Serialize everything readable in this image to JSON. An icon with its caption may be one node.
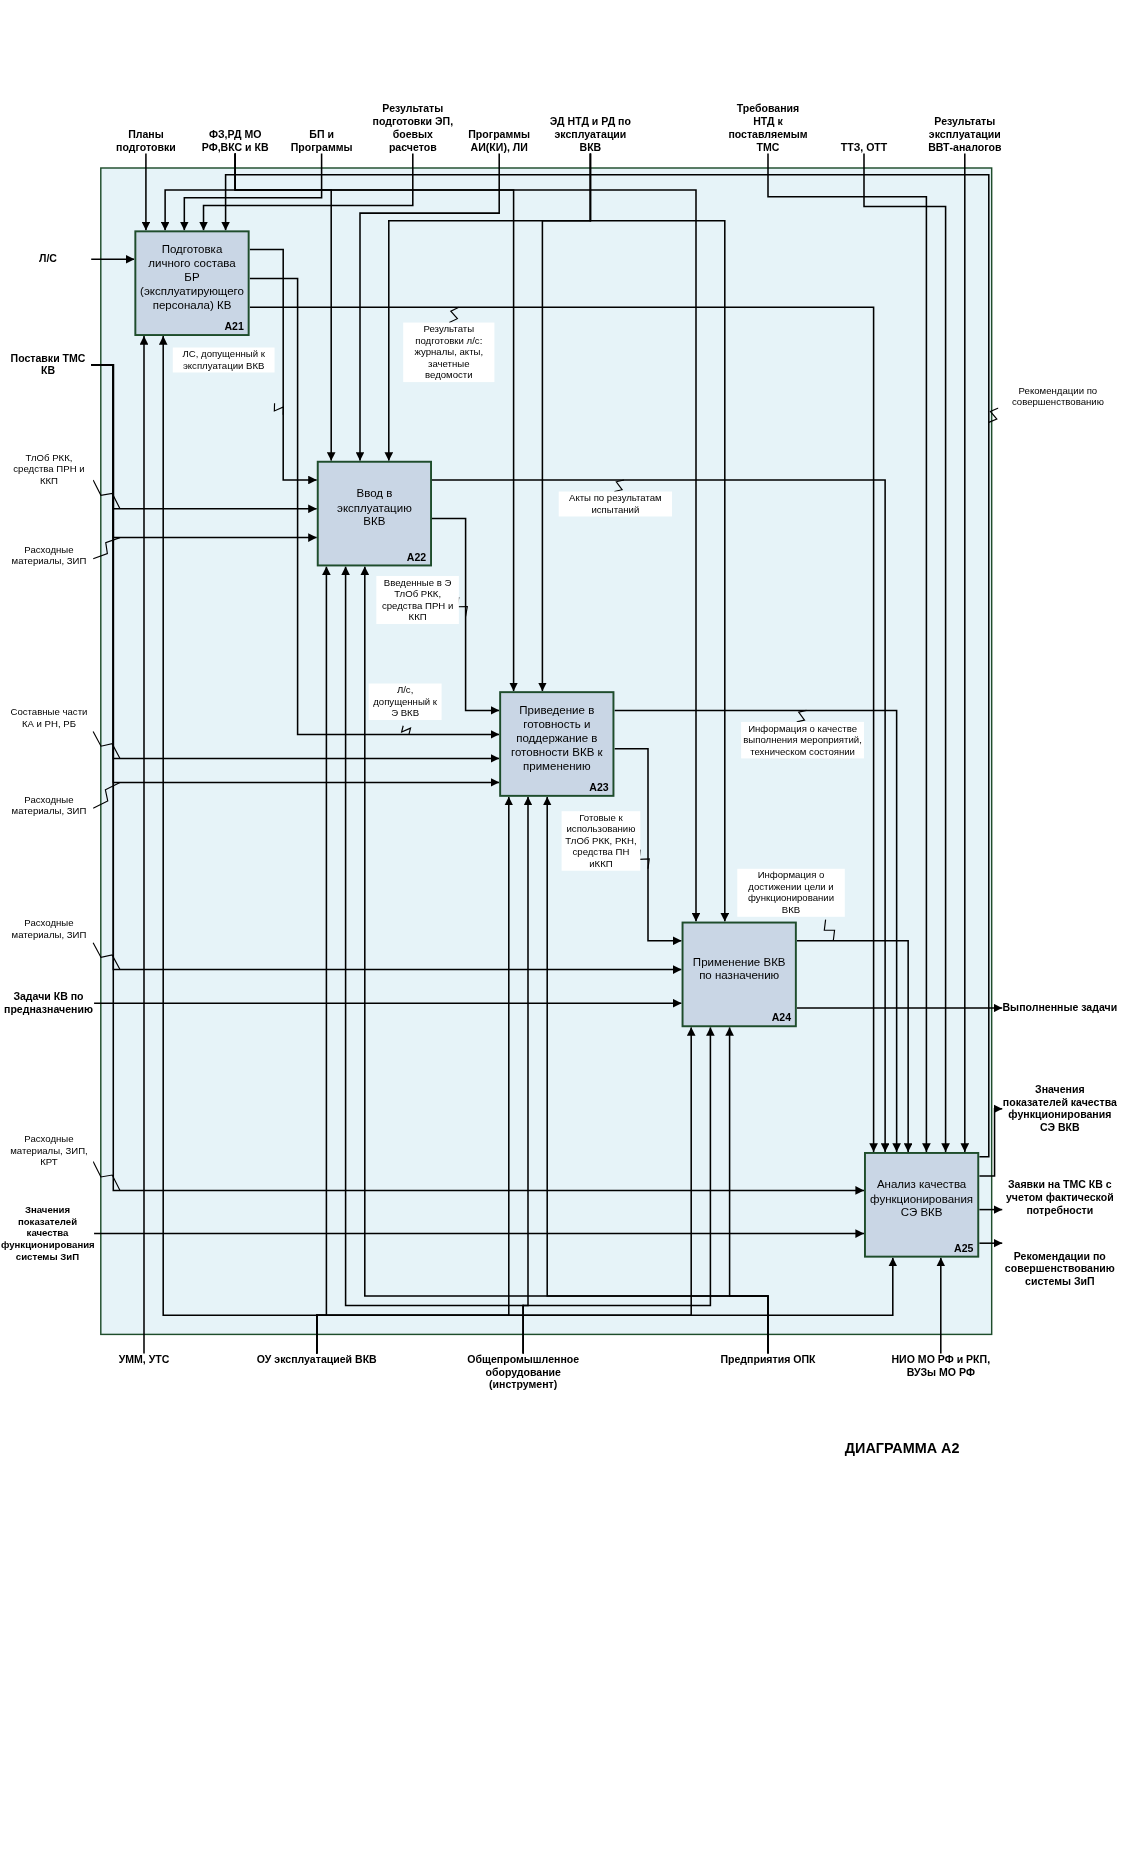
{
  "diagram": {
    "title": "ДИАГРАММА A2",
    "nodes": [
      {
        "text": [
          "Подготовка личного состава БР (эксплуатирующего персонала) КВ",
          "A21"
        ]
      },
      {
        "text": [
          "Ввод в эксплуатацию ВКВ",
          "A22"
        ]
      },
      {
        "text": [
          "Приведение в готовность и поддержание в готовности ВКВ к применению",
          "A23"
        ]
      },
      {
        "text": [
          "Применение ВКВ по назначению",
          "A24"
        ]
      },
      {
        "text": [
          "Анализ качества функционирования СЭ ВКВ",
          "A25"
        ]
      },
      {
        "text": [
          "Планы подготовки"
        ]
      },
      {
        "text": [
          "ФЗ,РД МО РФ,ВКС и КВ"
        ]
      },
      {
        "text": [
          "БП и Программы"
        ]
      },
      {
        "text": [
          "Результаты подготовки ЭП, боевых расчетов"
        ]
      },
      {
        "text": [
          "Программы АИ(КИ), ЛИ"
        ]
      },
      {
        "text": [
          "ЭД НТД и РД по эксплуатации ВКВ"
        ]
      },
      {
        "text": [
          "Требования НТД к поставляемым ТМС"
        ]
      },
      {
        "text": [
          "ТТЗ, ОТТ"
        ]
      },
      {
        "text": [
          "Результаты эксплуатации ВВТ-аналогов"
        ]
      },
      {
        "text": [
          "Выполненные задачи"
        ]
      },
      {
        "text": [
          "Значения показателей качества функционирования СЭ ВКВ"
        ]
      },
      {
        "text": [
          "Заявки на ТМС КВ с учетом фактической потребности"
        ]
      },
      {
        "text": [
          "Рекомендации по совершенствованию системы ЗиП"
        ]
      },
      {
        "text": [
          "НИО МО РФ и РКП, ВУЗы МО РФ"
        ]
      },
      {
        "text": [
          "Предприятия ОПК"
        ]
      },
      {
        "text": [
          "Общепромышленное оборудование (инструмент)"
        ]
      },
      {
        "text": [
          "ОУ эксплуатацией ВКВ"
        ]
      },
      {
        "text": [
          "УММ, УТС"
        ]
      },
      {
        "text": [
          "Л/С"
        ]
      },
      {
        "text": [
          "Поставки ТМС КВ"
        ]
      },
      {
        "text": [
          "Задачи КВ по предназначению"
        ]
      },
      {
        "text": [
          "Значения показателей качества функционирования системы ЗиП"
        ]
      }
    ],
    "edges": [
      {
        "from": 5,
        "to": 0,
        "arrow": "to"
      },
      {
        "from": 6,
        "to": 0,
        "arrow": "to"
      },
      {
        "from": 6,
        "to": 1,
        "arrow": "to"
      },
      {
        "from": 6,
        "to": 2,
        "arrow": "to"
      },
      {
        "from": 6,
        "to": 3,
        "arrow": "to"
      },
      {
        "from": 7,
        "to": 0,
        "arrow": "to"
      },
      {
        "from": 8,
        "to": 0,
        "arrow": "to"
      },
      {
        "from": 9,
        "to": 1,
        "arrow": "to"
      },
      {
        "from": 10,
        "to": 1,
        "arrow": "to"
      },
      {
        "from": 10,
        "to": 2,
        "arrow": "to"
      },
      {
        "from": 10,
        "to": 3,
        "arrow": "to"
      },
      {
        "from": 11,
        "to": 4,
        "arrow": "to"
      },
      {
        "from": 12,
        "to": 4,
        "arrow": "to"
      },
      {
        "from": 13,
        "to": 4,
        "arrow": "to"
      },
      {
        "from": 0,
        "to": 1,
        "arrow": "to",
        "label": "ЛС, допущенный к эксплуатации ВКВ"
      },
      {
        "from": 0,
        "to": 2,
        "arrow": "to",
        "label": "Л/с, допущенный к Э ВКВ"
      },
      {
        "from": 0,
        "to": 4,
        "arrow": "to",
        "label": "Результаты подготовки л/с: журналы, акты, зачетные ведомости"
      },
      {
        "from": 1,
        "to": 2,
        "arrow": "to",
        "label": "Введенные в Э ТлОб РКК, средства ПРН и ККП"
      },
      {
        "from": 1,
        "to": 4,
        "arrow": "to",
        "label": "Акты по результатам испытаний"
      },
      {
        "from": 2,
        "to": 3,
        "arrow": "to",
        "label": "Готовые к использованию ТлОб РКК, РКН, средства ПН иККП"
      },
      {
        "from": 2,
        "to": 4,
        "arrow": "to",
        "label": "Информация о качестве выполнения мероприятий, техническом состоянии"
      },
      {
        "from": 3,
        "to": 4,
        "arrow": "to",
        "label": "Информация о достижении цели и функционировании ВКВ"
      },
      {
        "from": 4,
        "to": 0,
        "arrow": "to",
        "label": "Рекомендации по совершенствованию"
      },
      {
        "from": 3,
        "to": 14,
        "arrow": "to"
      },
      {
        "from": 4,
        "to": 15,
        "arrow": "to"
      },
      {
        "from": 4,
        "to": 16,
        "arrow": "to"
      },
      {
        "from": 4,
        "to": 17,
        "arrow": "to"
      },
      {
        "from": 18,
        "to": 4,
        "arrow": "to"
      },
      {
        "from": 19,
        "to": 1,
        "arrow": "to"
      },
      {
        "from": 19,
        "to": 2,
        "arrow": "to"
      },
      {
        "from": 19,
        "to": 3,
        "arrow": "to"
      },
      {
        "from": 20,
        "to": 1,
        "arrow": "to"
      },
      {
        "from": 20,
        "to": 2,
        "arrow": "to"
      },
      {
        "from": 20,
        "to": 3,
        "arrow": "to"
      },
      {
        "from": 21,
        "to": 0,
        "arrow": "to"
      },
      {
        "from": 21,
        "to": 1,
        "arrow": "to"
      },
      {
        "from": 21,
        "to": 2,
        "arrow": "to"
      },
      {
        "from": 21,
        "to": 3,
        "arrow": "to"
      },
      {
        "from": 21,
        "to": 4,
        "arrow": "to"
      },
      {
        "from": 22,
        "to": 0,
        "arrow": "to"
      },
      {
        "from": 23,
        "to": 0,
        "arrow": "to"
      },
      {
        "from": 24,
        "to": 1,
        "arrow": "to",
        "label": "ТлОб РКК, средства ПРН и ККП"
      },
      {
        "from": 24,
        "to": 1,
        "arrow": "to",
        "label": "Расходные материалы, ЗИП"
      },
      {
        "from": 24,
        "to": 2,
        "arrow": "to",
        "label": "Составные части КА и РН, РБ"
      },
      {
        "from": 24,
        "to": 2,
        "arrow": "to",
        "label": "Расходные материалы, ЗИП"
      },
      {
        "from": 24,
        "to": 3,
        "arrow": "to",
        "label": "Расходные материалы, ЗИП"
      },
      {
        "from": 24,
        "to": 4,
        "arrow": "to",
        "label": "Расходные материалы, ЗИП, КРТ"
      },
      {
        "from": 25,
        "to": 3,
        "arrow": "to"
      },
      {
        "from": 26,
        "to": 4,
        "arrow": "to"
      }
    ]
  }
}
